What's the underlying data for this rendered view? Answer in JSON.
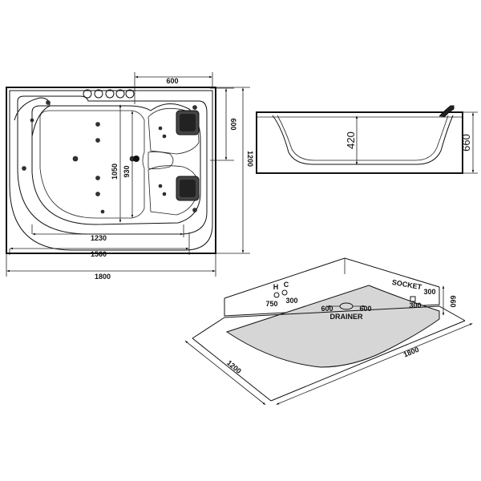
{
  "top_view": {
    "dim_width_total": "1800",
    "dim_width_inner": "1560",
    "dim_basin_length": "1230",
    "dim_pillow_span": "600",
    "dim_height_total": "1200",
    "dim_height_right": "600",
    "dim_basin_width": "1050",
    "dim_inner_width": "930"
  },
  "side_view": {
    "dim_depth": "420",
    "dim_height": "660"
  },
  "install_view": {
    "hc_label": "H",
    "hc_label_c": "C",
    "dim_750": "750",
    "dim_300_a": "300",
    "dim_600_a": "600",
    "dim_600_b": "600",
    "drainer_label": "DRAINER",
    "socket_label": "SOCKET",
    "dim_300_b": "300",
    "dim_300_c": "300",
    "dim_660": "660",
    "dim_1200": "1200",
    "dim_1800": "1800"
  }
}
